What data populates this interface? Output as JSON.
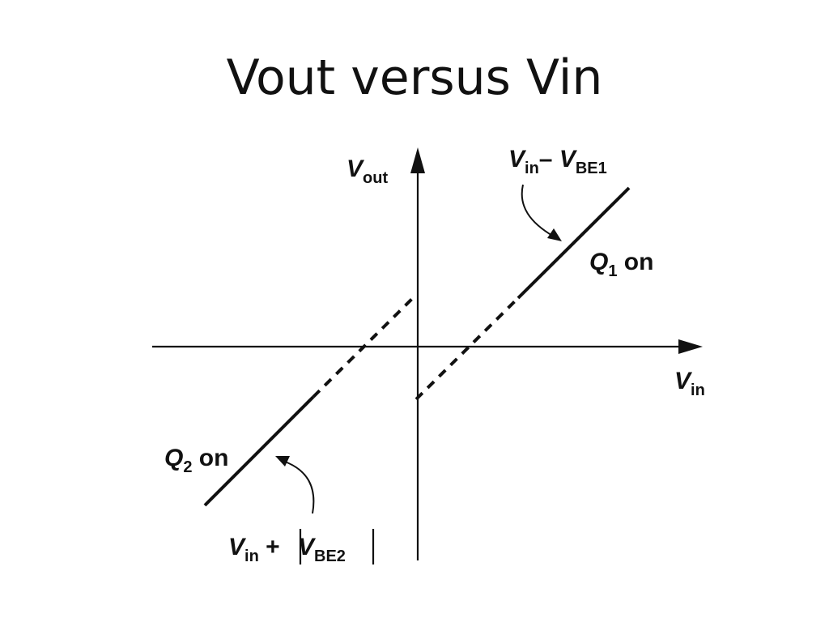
{
  "slide": {
    "title": "Vout versus Vin"
  },
  "axes": {
    "y_label_main": "V",
    "y_label_sub": "out",
    "x_label_main": "V",
    "x_label_sub": "in"
  },
  "annotations": {
    "q1_main": "Q",
    "q1_sub": "1",
    "q1_suffix": " on",
    "q2_main": "Q",
    "q2_sub": "2",
    "q2_suffix": " on",
    "upper_formula": {
      "v1": "V",
      "s1": "in",
      "op": "– ",
      "v2": "V",
      "s2": "BE1"
    },
    "lower_formula": {
      "v1": "V",
      "s1": "in",
      "op": " + ",
      "v2": "V",
      "s2": "BE2"
    }
  },
  "colors": {
    "ink": "#111111",
    "background": "#ffffff"
  }
}
